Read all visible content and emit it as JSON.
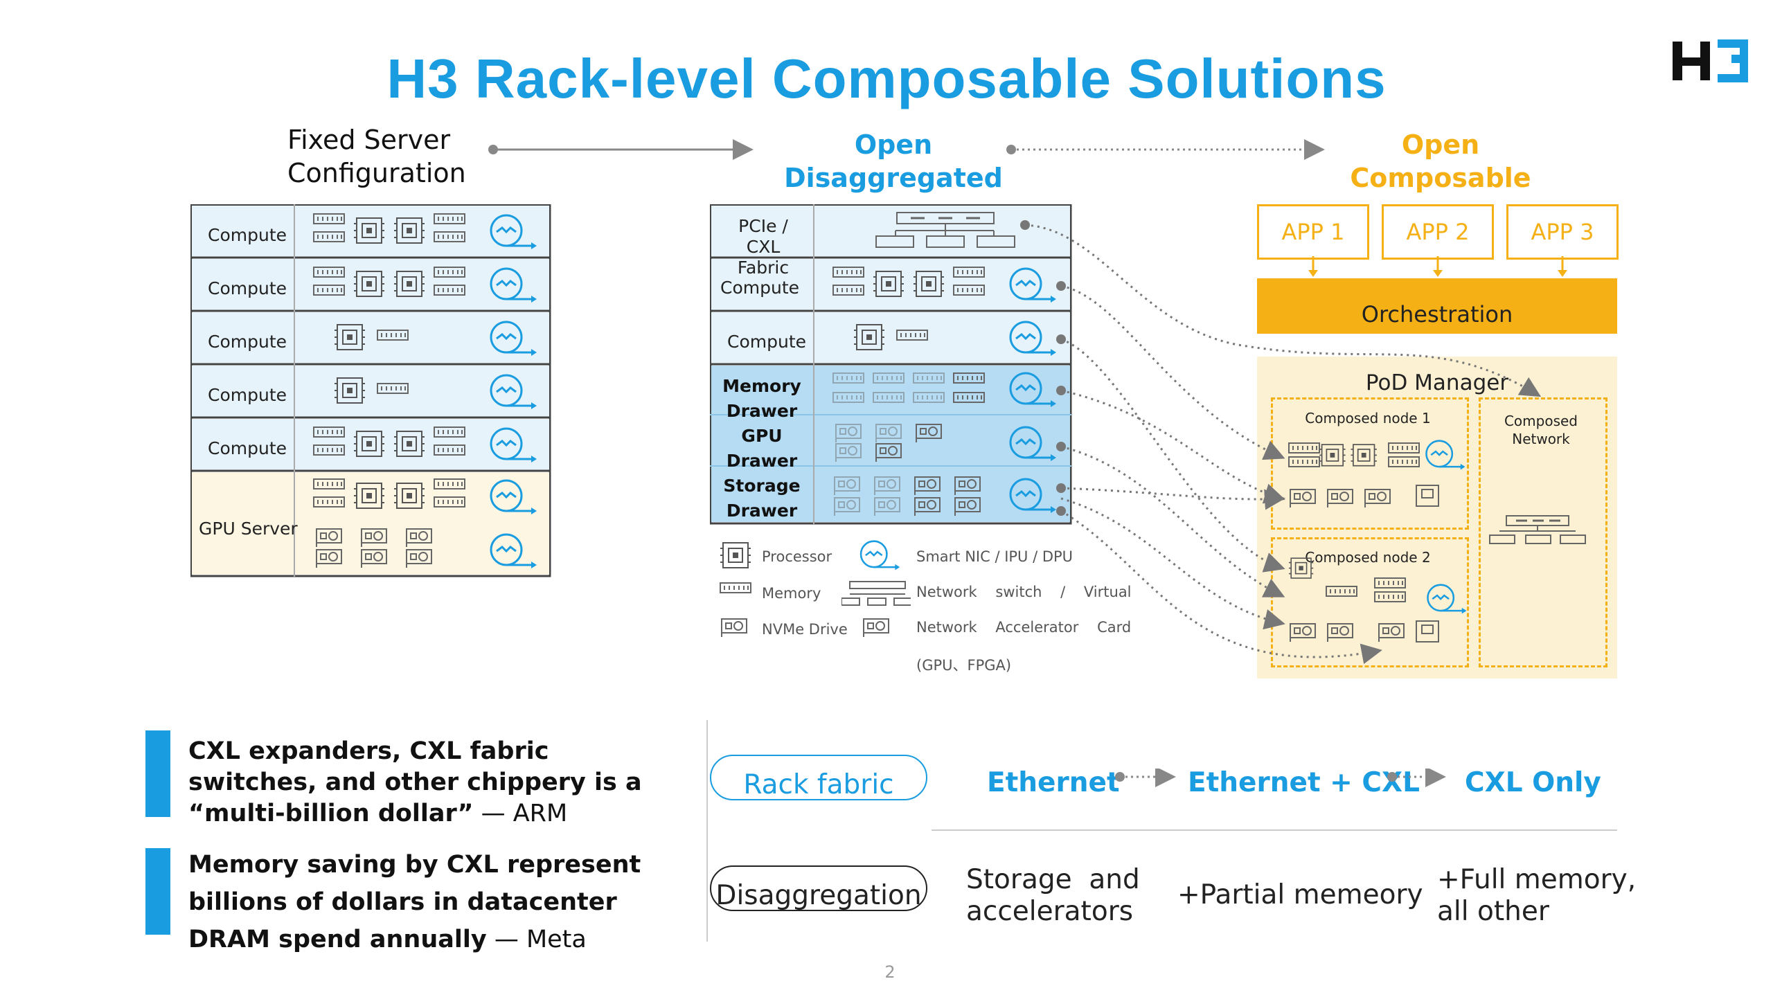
{
  "title": "H3 Rack-level Composable Solutions",
  "logo": "H3",
  "headers": {
    "fixed": [
      "Fixed   Server",
      "Configuration"
    ],
    "open_dis": [
      "Open",
      "Disaggregated"
    ],
    "open_comp": [
      "Open",
      "Composable"
    ]
  },
  "fixed_rack": {
    "rows": [
      "Compute",
      "Compute",
      "Compute",
      "Compute",
      "Compute",
      "GPU Server"
    ]
  },
  "dis_rack": {
    "fabric": [
      "PCIe / CXL",
      "Fabric"
    ],
    "rows": [
      "Compute",
      "Compute"
    ],
    "memory": [
      "Memory",
      "Drawer"
    ],
    "gpu": [
      "GPU",
      "Drawer"
    ],
    "storage": [
      "Storage",
      "Drawer"
    ]
  },
  "legend": {
    "processor": "Processor",
    "memory": "Memory",
    "nvme": "NVMe Drive",
    "smartnic": "Smart NIC / IPU / DPU",
    "switch": "Network    switch    /    Virtual",
    "accel": "Network    Accelerator    Card",
    "accel2": "(GPU、FPGA)"
  },
  "composable": {
    "apps": [
      "APP 1",
      "APP 2",
      "APP 3"
    ],
    "orchestration": "Orchestration",
    "pod_manager": "PoD Manager",
    "node1": "Composed node 1",
    "node2": "Composed node 2",
    "network": [
      "Composed",
      "Network"
    ]
  },
  "bullets": [
    {
      "bold": "CXL expanders, CXL fabric switches, and other chippery is a “multi-billion dollar”",
      "normal": " — ARM"
    },
    {
      "bold": "Memory saving by CXL represent billions of dollars in datacenter DRAM spend annually",
      "normal": " — Meta"
    }
  ],
  "comparison": {
    "rack_fabric": "Rack fabric",
    "disaggregation": "Disaggregation",
    "fabric_values": [
      "Ethernet",
      "Ethernet + CXL",
      "CXL Only"
    ],
    "dis_values": [
      [
        "Storage  and",
        "accelerators"
      ],
      [
        "+Partial memeory"
      ],
      [
        "+Full memory,",
        "all other"
      ]
    ]
  },
  "page_number": "2",
  "colors": {
    "accent": "#1a9ce0",
    "gold": "#f5b015",
    "light_blue": "#e6f3fb",
    "mid_blue": "#b5dcf3",
    "cream": "#fdf6e3"
  }
}
